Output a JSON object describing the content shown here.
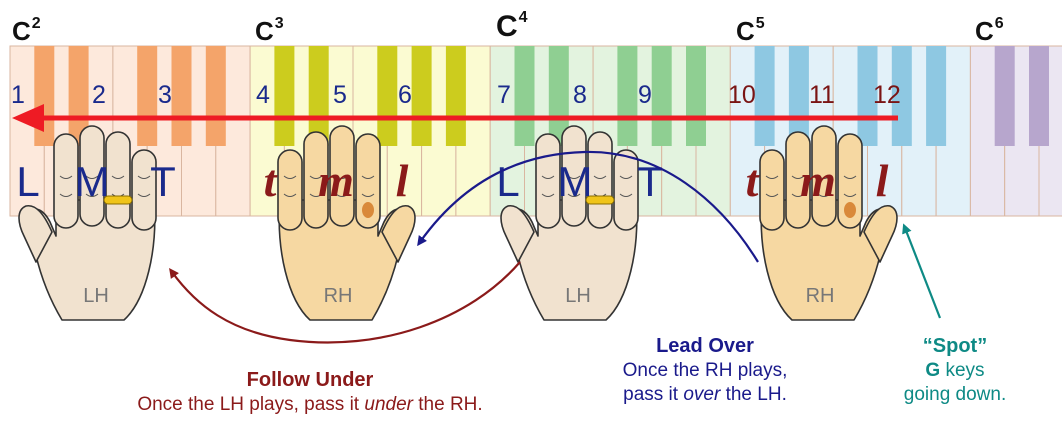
{
  "octave_labels": [
    {
      "letter": "C",
      "num": "2"
    },
    {
      "letter": "C",
      "num": "3"
    },
    {
      "letter": "C",
      "num": "4"
    },
    {
      "letter": "C",
      "num": "5"
    },
    {
      "letter": "C",
      "num": "6"
    }
  ],
  "key_numbers": [
    "1",
    "2",
    "3",
    "4",
    "5",
    "6",
    "7",
    "8",
    "9",
    "10",
    "11",
    "12"
  ],
  "lh_fingers": [
    "L",
    "M",
    "T"
  ],
  "rh_fingers": [
    "t",
    "m",
    "l"
  ],
  "hands": [
    {
      "label": "LH",
      "type": "left"
    },
    {
      "label": "RH",
      "type": "right"
    },
    {
      "label": "LH",
      "type": "left"
    },
    {
      "label": "RH",
      "type": "right"
    }
  ],
  "captions": {
    "follow_under": {
      "title": "Follow Under",
      "line_before": "Once the LH plays, pass it ",
      "emphasis": "under",
      "line_after": " the RH."
    },
    "lead_over": {
      "title": "Lead Over",
      "line1": "Once the RH plays,",
      "line2_before": "pass it ",
      "emphasis": "over",
      "line2_after": " the LH."
    },
    "spot": {
      "title": "“Spot”",
      "key": "G",
      "line1_rest": " keys",
      "line2": "going down."
    }
  },
  "colors": {
    "zone1_white": "#fde9dc",
    "zone1_black": "#f4a46a",
    "zone2_white": "#fbfbd2",
    "zone2_black": "#cccc1e",
    "zone3_white": "#e3f3df",
    "zone3_black": "#8fcf92",
    "zone4_white": "#e2f1f9",
    "zone4_black": "#8ec8e2",
    "zone5_white": "#ebe6f2",
    "zone5_black": "#b7a6cd",
    "red_arrow": "#ee1b24",
    "follow_under": "#8b1a1a",
    "lead_over": "#1a1a8b",
    "spot": "#0e8a85",
    "number_blue": "#1a2a8c",
    "number_dark_red": "#7a1414",
    "finger_blue": "#1a2a8c",
    "finger_red": "#8b1a1a",
    "lh_skin": "#f1e2cf",
    "rh_skin": "#f6d8a2"
  }
}
